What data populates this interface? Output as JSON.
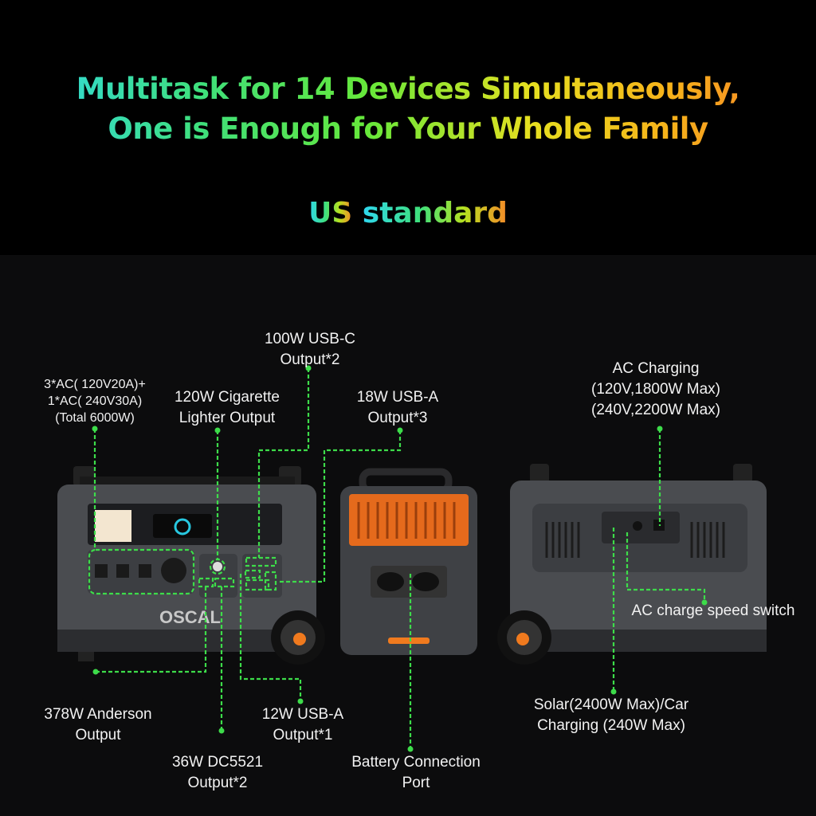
{
  "headline": {
    "line1": "Multitask for 14 Devices Simultaneously,",
    "line2": "One is Enough for Your Whole Family"
  },
  "standard": {
    "prefix": "US",
    "word": "standard"
  },
  "brand": "OSCAL",
  "colors": {
    "callout_line": "#3ddc4a",
    "accent_orange": "#f07a1e",
    "body_gray": "#4a4c50"
  },
  "labels": {
    "ac": [
      "3*AC( 120V20A)+",
      "1*AC( 240V30A)",
      "(Total 6000W)"
    ],
    "cigarette": [
      "120W Cigarette",
      "Lighter Output"
    ],
    "usbc": [
      "100W USB-C",
      "Output*2"
    ],
    "usba18": [
      "18W USB-A",
      "Output*3"
    ],
    "anderson": [
      "378W Anderson",
      "Output"
    ],
    "usba12": [
      "12W USB-A",
      "Output*1"
    ],
    "dc5521": [
      "36W DC5521",
      "Output*2"
    ],
    "battery": [
      "Battery Connection",
      "Port"
    ],
    "ac_charging": [
      "AC Charging",
      "(120V,1800W Max)",
      "(240V,2200W Max)"
    ],
    "speed_switch": [
      "AC charge speed switch"
    ],
    "solar": [
      "Solar(2400W Max)/Car",
      "Charging (240W Max)"
    ]
  }
}
